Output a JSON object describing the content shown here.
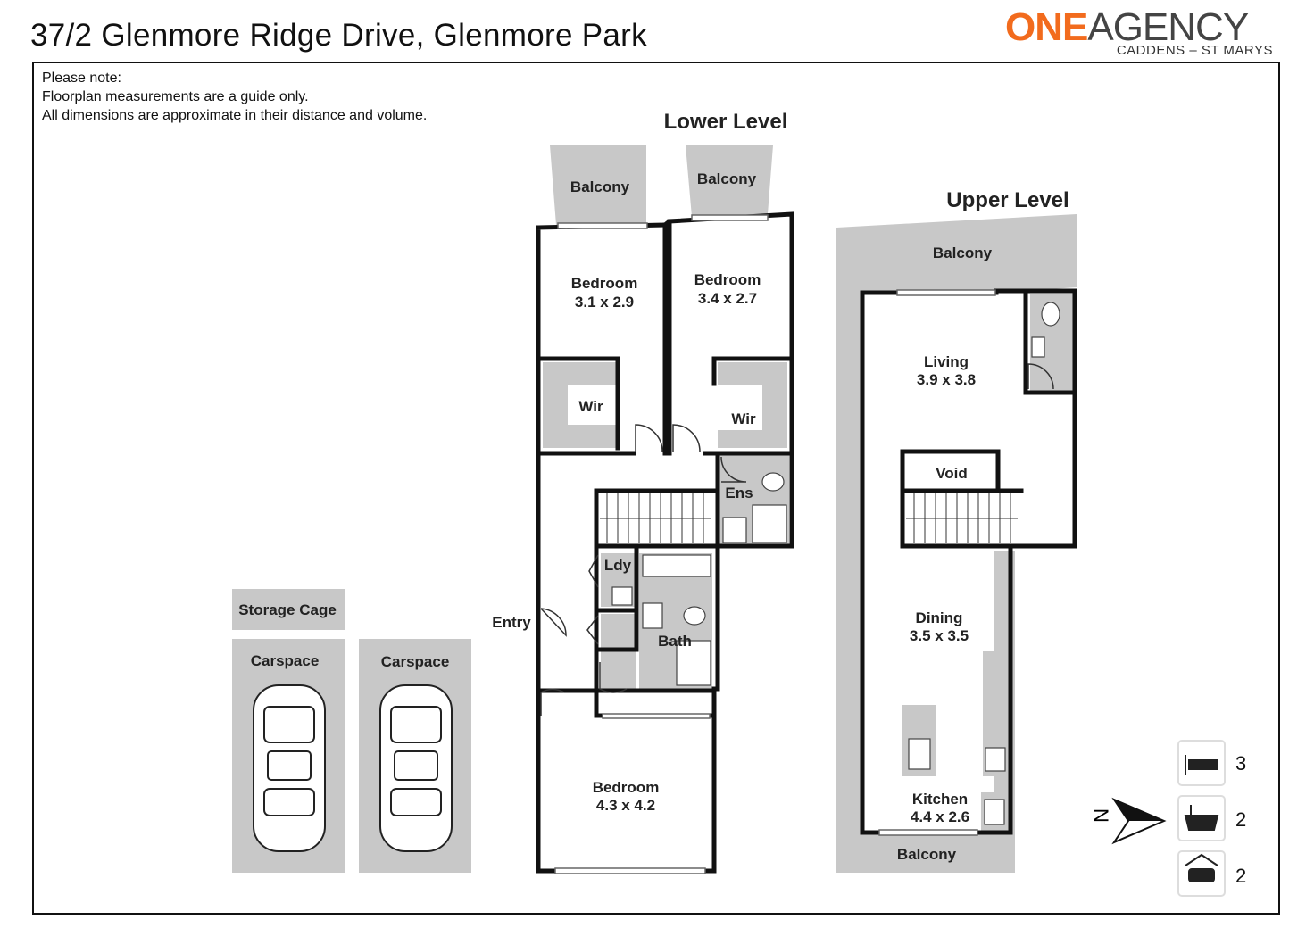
{
  "header": {
    "title": "37/2 Glenmore Ridge Drive, Glenmore Park",
    "brand_one": "ONE",
    "brand_agency": "AGENCY",
    "brand_sub": "CADDENS – ST MARYS",
    "brand_color": "#f26b1d"
  },
  "note": {
    "line1": "Please note:",
    "line2": "Floorplan measurements are a guide only.",
    "line3": "All dimensions are approximate in their distance and volume."
  },
  "levels": {
    "lower": "Lower Level",
    "upper": "Upper Level"
  },
  "rooms": {
    "balcony": "Balcony",
    "bedroom": "Bedroom",
    "bed1_dim": "3.1 x 2.9",
    "bed2_dim": "3.4 x 2.7",
    "bed3_dim": "4.3 x 4.2",
    "wir": "Wir",
    "ens": "Ens",
    "ldy": "Ldy",
    "bath": "Bath",
    "entry": "Entry",
    "living": "Living",
    "living_dim": "3.9 x 3.8",
    "void": "Void",
    "dining": "Dining",
    "dining_dim": "3.5 x 3.5",
    "kitchen": "Kitchen",
    "kitchen_dim": "4.4 x 2.6",
    "storage": "Storage Cage",
    "carspace": "Carspace"
  },
  "compass": {
    "label": "N"
  },
  "legend": {
    "bedrooms": "3",
    "bathrooms": "2",
    "cars": "2",
    "icons": [
      "bed-icon",
      "bath-icon",
      "car-icon"
    ]
  },
  "colors": {
    "shade": "#c8c8c8",
    "wall": "#111111"
  }
}
